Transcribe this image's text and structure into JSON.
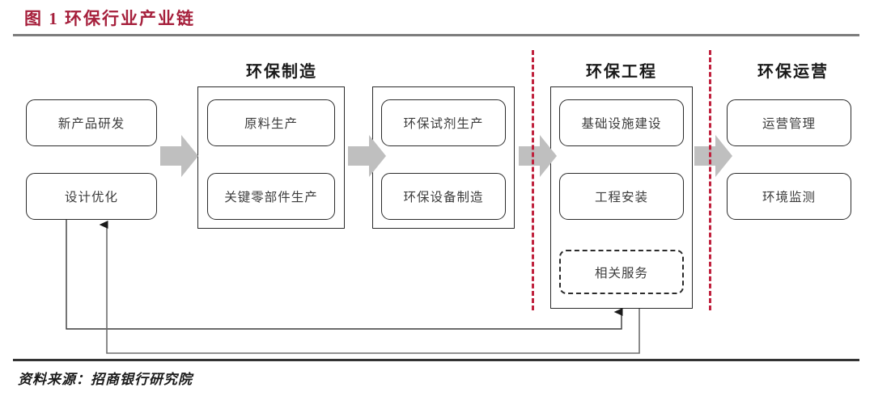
{
  "figure": {
    "title": "图 1  环保行业产业链",
    "source": "资料来源：招商银行研究院",
    "accent_color": "#A6203C",
    "divider_color": "#C0223E",
    "arrow_color": "#BFBFBF",
    "box_border_color": "#2B2B2B"
  },
  "stages": [
    {
      "id": "rnd",
      "heading": "",
      "has_container": false,
      "nodes": [
        {
          "label": "新产品研发",
          "style": "solid"
        },
        {
          "label": "设计优化",
          "style": "solid"
        }
      ]
    },
    {
      "id": "manufacturing",
      "heading": "环保制造",
      "has_container": true,
      "nodes": [
        {
          "label": "原料生产",
          "style": "solid"
        },
        {
          "label": "关键零部件生产",
          "style": "solid"
        }
      ]
    },
    {
      "id": "manufacturing-2",
      "heading": "",
      "has_container": true,
      "nodes": [
        {
          "label": "环保试剂生产",
          "style": "solid"
        },
        {
          "label": "环保设备制造",
          "style": "solid"
        }
      ]
    },
    {
      "id": "engineering",
      "heading": "环保工程",
      "has_container": true,
      "nodes": [
        {
          "label": "基础设施建设",
          "style": "solid"
        },
        {
          "label": "工程安装",
          "style": "solid"
        },
        {
          "label": "相关服务",
          "style": "dashed"
        }
      ]
    },
    {
      "id": "operation",
      "heading": "环保运营",
      "has_container": false,
      "nodes": [
        {
          "label": "运营管理",
          "style": "solid"
        },
        {
          "label": "环境监测",
          "style": "solid"
        }
      ]
    }
  ],
  "flow_arrows": [
    {
      "id": "arrow-1",
      "from": "rnd",
      "to": "manufacturing"
    },
    {
      "id": "arrow-2",
      "from": "manufacturing",
      "to": "manufacturing-2"
    },
    {
      "id": "arrow-3",
      "from": "manufacturing-2",
      "to": "engineering"
    },
    {
      "id": "arrow-4",
      "from": "engineering",
      "to": "operation"
    }
  ],
  "feedback_loops": [
    {
      "id": "loop-inner",
      "from": "engineering",
      "to": "设计优化"
    },
    {
      "id": "loop-outer",
      "from": "设计优化",
      "to": "engineering"
    }
  ],
  "phase_dividers": [
    {
      "id": "divider-manufacturing-engineering"
    },
    {
      "id": "divider-engineering-operation"
    }
  ]
}
